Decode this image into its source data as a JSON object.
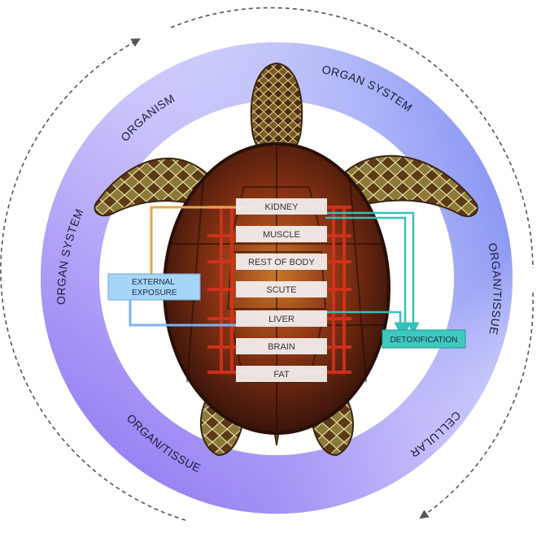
{
  "ring": {
    "labels": {
      "organism": "ORGANISM",
      "organ_system_top": "ORGAN SYSTEM",
      "organ_tissue_right": "ORGAN/TISSUE",
      "cellular": "CELLULAR",
      "organ_tissue_bottom": "ORGAN/TISSUE",
      "organ_system_left": "ORGAN SYSTEM"
    }
  },
  "organs": [
    "KIDNEY",
    "MUSCLE",
    "REST OF BODY",
    "SCUTE",
    "LIVER",
    "BRAIN",
    "FAT"
  ],
  "external_exposure": {
    "line1": "EXTERNAL",
    "line2": "EXPOSURE"
  },
  "detoxification": "DETOXIFICATION",
  "colors": {
    "ring_blue": "#6f7cf2",
    "ring_purple": "#8c6cf0",
    "ring_light": "#dfe2ff",
    "exposure_box": "#a6d6f7",
    "detox_box": "#3ec9c0",
    "orange_line": "#e2a456",
    "blue_line": "#7eb3ee",
    "teal_line": "#33c2b8",
    "red_vessel": "#d8321c",
    "shell_dark": "#4a1e10"
  }
}
